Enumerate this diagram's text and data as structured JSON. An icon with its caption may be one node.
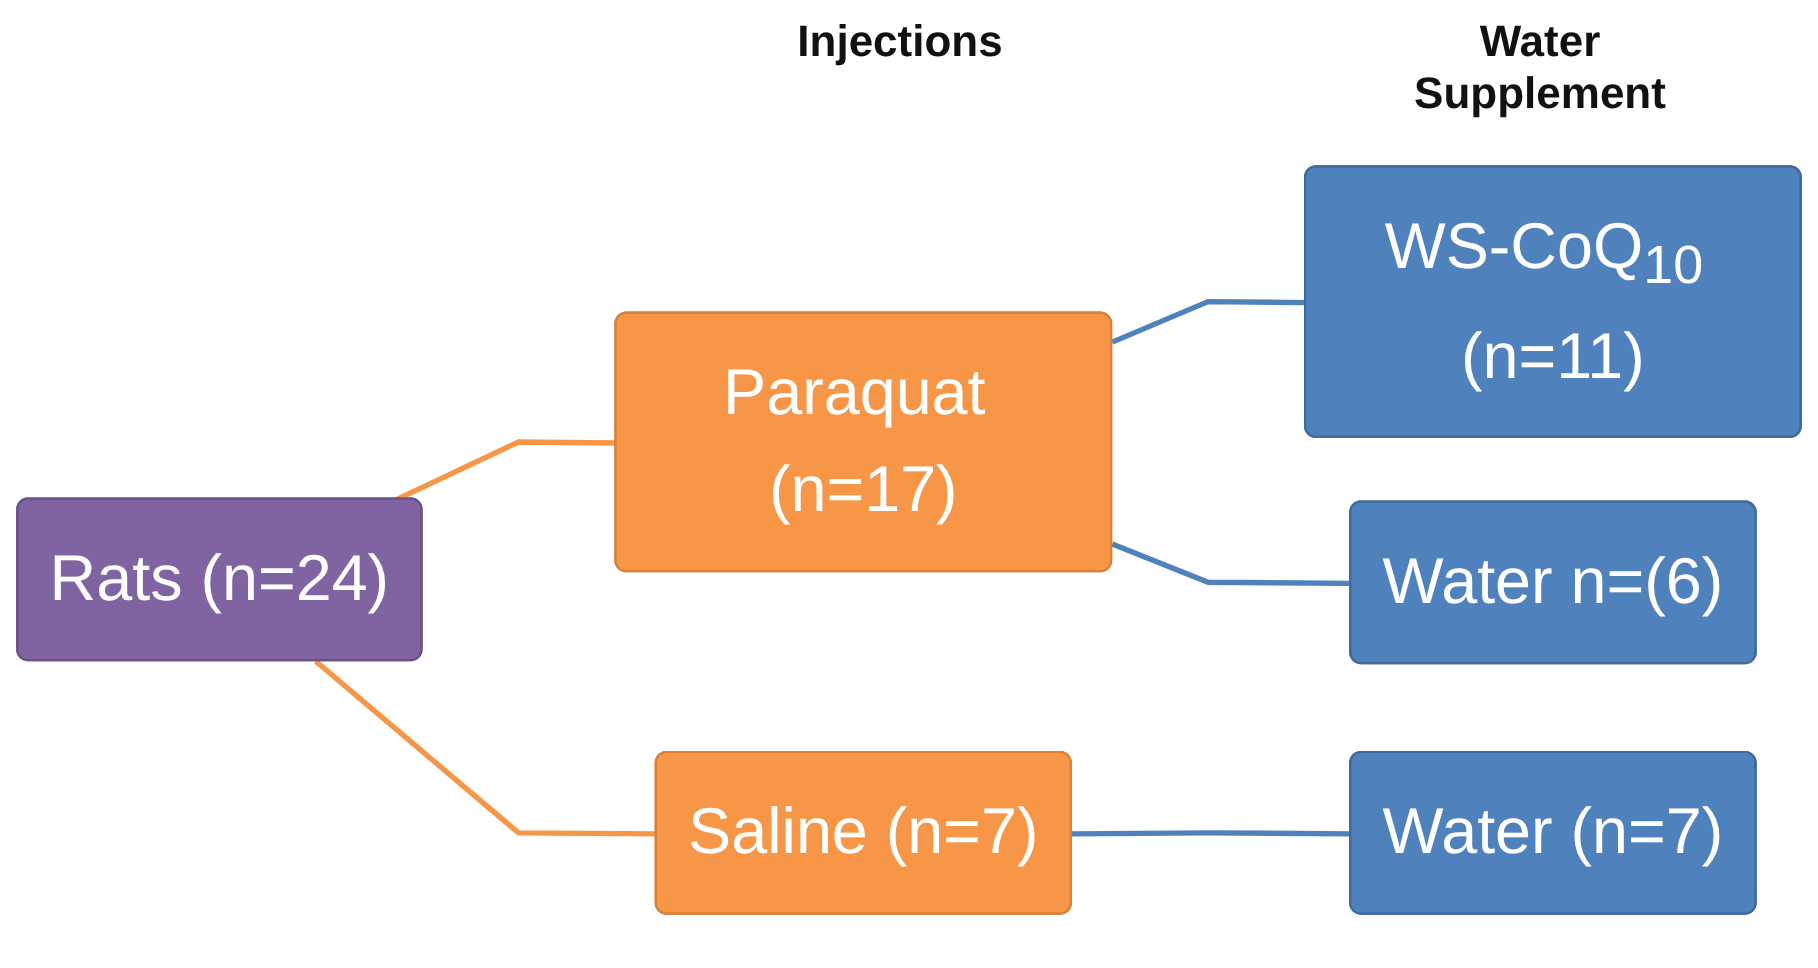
{
  "diagram": {
    "nodes": [
      {
        "text": [
          "Rats (n=24)"
        ]
      },
      {
        "text": [
          "Paraquat (n=17)"
        ]
      },
      {
        "text": [
          "Saline (n=7)"
        ]
      },
      {
        "text": [
          "WS-CoQ$_{10}$ (n=11)"
        ]
      },
      {
        "text": [
          "Water n=(6)"
        ]
      },
      {
        "text": [
          "Water (n=7)"
        ]
      }
    ],
    "edges": [
      {
        "from": 0,
        "to": 1,
        "arrow": "none",
        "color": "#f79646"
      },
      {
        "from": 0,
        "to": 2,
        "arrow": "none",
        "color": "#f79646"
      },
      {
        "from": 1,
        "to": 3,
        "arrow": "none"
      },
      {
        "from": 1,
        "to": 4,
        "arrow": "none"
      },
      {
        "from": 2,
        "to": 5,
        "arrow": "none"
      }
    ],
    "labels": [
      "Injections",
      "Water Supplement"
    ]
  }
}
